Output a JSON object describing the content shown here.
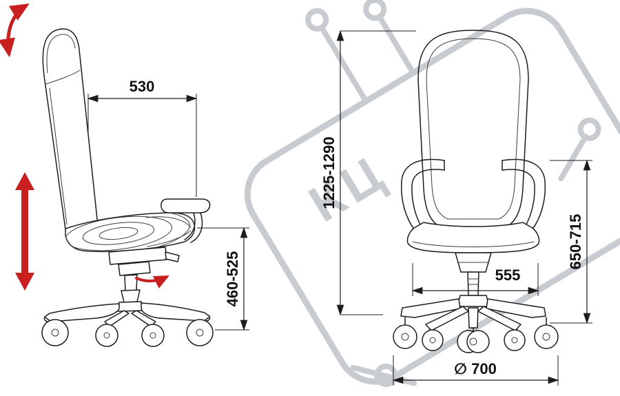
{
  "watermark": {
    "text": "КЦ"
  },
  "dimensions": {
    "seat_depth": "530",
    "seat_height": "460-525",
    "overall_height": "1225-1290",
    "armrest_height": "650-715",
    "base_span": "555",
    "base_diameter": "∅ 700"
  },
  "colors": {
    "line": "#1c1c1c",
    "accent_red": "#c8201e",
    "watermark_gray": "#c8ccd1"
  }
}
